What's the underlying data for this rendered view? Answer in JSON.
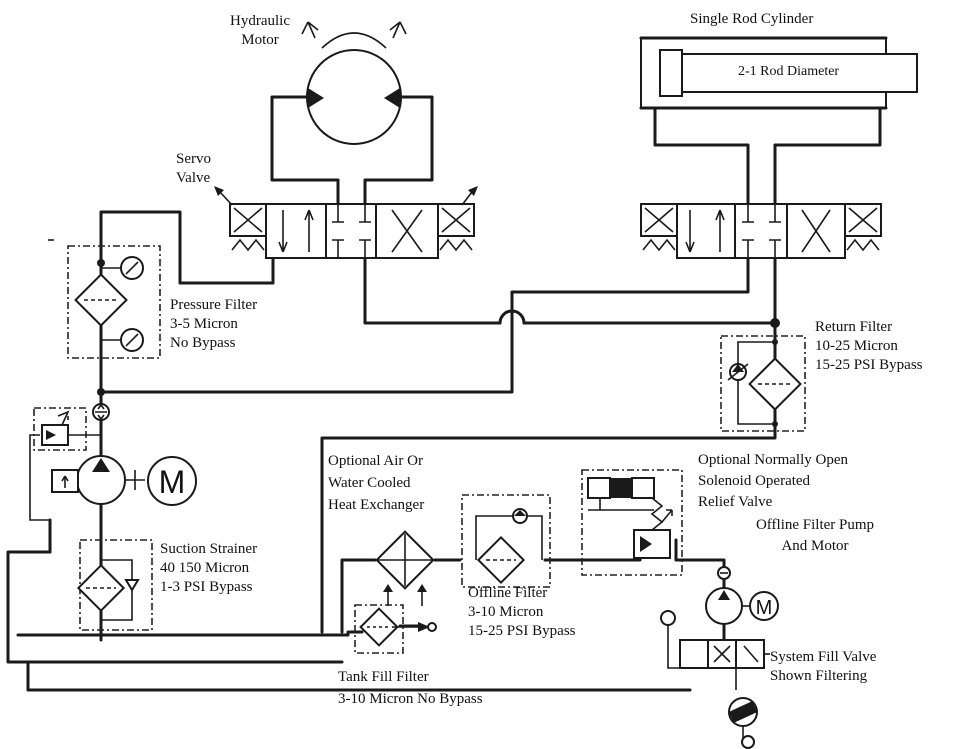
{
  "labels": {
    "hydraulic_motor": [
      "Hydraulic",
      "Motor"
    ],
    "servo_valve": [
      "Servo",
      "Valve"
    ],
    "single_rod_cylinder": "Single Rod Cylinder",
    "rod_diameter": "2-1 Rod Diameter",
    "pressure_filter": [
      "Pressure Filter",
      "3-5 Micron",
      "No Bypass"
    ],
    "return_filter": [
      "Return Filter",
      "10-25 Micron",
      "15-25 PSI Bypass"
    ],
    "heat_exchanger": [
      "Optional Air Or",
      "Water Cooled",
      "Heat Exchanger"
    ],
    "relief_valve": [
      "Optional Normally Open",
      "Solenoid Operated",
      "Relief Valve"
    ],
    "offline_pump": [
      "Offline Filter Pump",
      "And Motor"
    ],
    "suction_strainer": [
      "Suction Strainer",
      "40 150 Micron",
      "1-3 PSI Bypass"
    ],
    "offline_filter": [
      "Offline Filter",
      "3-10 Micron",
      "15-25 PSI Bypass"
    ],
    "tank_fill_filter": [
      "Tank Fill Filter",
      "3-10 Micron No Bypass"
    ],
    "system_fill_valve": [
      "System Fill Valve",
      "Shown Filtering"
    ],
    "motor_letter": "M"
  },
  "colors": {
    "line": "#1a1a1a",
    "background": "#ffffff"
  }
}
